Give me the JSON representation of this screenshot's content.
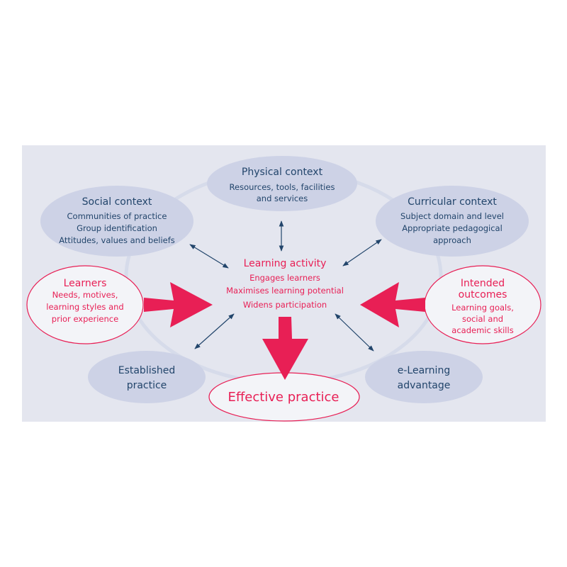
{
  "colors": {
    "panel": "#e4e6ef",
    "context_ellipse": "#cdd2e6",
    "ring": "#d6dbea",
    "navy_text": "#22456b",
    "accent_red": "#e81f55",
    "outline_ellipse_fill": "#f3f4f8"
  },
  "nodes": {
    "physical": {
      "title": "Physical context",
      "lines": [
        "Resources, tools, facilities",
        "and services"
      ]
    },
    "social": {
      "title": "Social context",
      "lines": [
        "Communities of practice",
        "Group identification",
        "Attitudes, values and beliefs"
      ]
    },
    "curricular": {
      "title": "Curricular context",
      "lines": [
        "Subject domain and level",
        "Appropriate pedagogical",
        "approach"
      ]
    },
    "learners": {
      "title": "Learners",
      "lines": [
        "Needs, motives,",
        "learning styles and",
        "prior experience"
      ]
    },
    "center": {
      "title": "Learning activity",
      "lines": [
        "Engages learners",
        "Maximises learning potential",
        "Widens participation"
      ]
    },
    "outcomes": {
      "title_lines": [
        "Intended",
        "outcomes"
      ],
      "lines": [
        "Learning goals,",
        "social and",
        "academic skills"
      ]
    },
    "established": {
      "title_lines": [
        "Established",
        "practice"
      ]
    },
    "effective": {
      "title": "Effective practice"
    },
    "elearning": {
      "title_lines": [
        "e-Learning",
        "advantage"
      ]
    }
  },
  "icons": {
    "double_arrow": "double-headed-arrow-icon",
    "block_arrow": "block-arrow-icon"
  }
}
